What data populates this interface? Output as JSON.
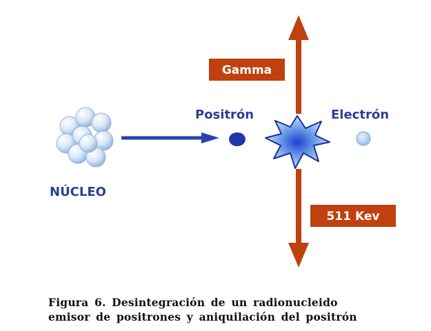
{
  "labels": {
    "nucleus": "NÚCLEO",
    "positron": "Positrón",
    "electron": "Electrón",
    "gamma": "Gamma",
    "energy": "511 Kev"
  },
  "caption": {
    "line1": "Figura 6. Desintegración de un radionucleido",
    "line2": "emisor de positrones y aniquilación del positrón"
  },
  "colors": {
    "label_blue": "#2a3f94",
    "arrow_red": "#c0400f",
    "badge_red": "#c0400f",
    "positron_blue": "#2035a8",
    "electron_light_blue": "#a9cdef",
    "nucleon_light_blue": "#cfe0f6"
  },
  "icons": {
    "nucleus": "nucleus-cluster-icon",
    "positron": "positron-dot-icon",
    "electron": "electron-dot-icon",
    "annihilation": "annihilation-burst-icon"
  }
}
